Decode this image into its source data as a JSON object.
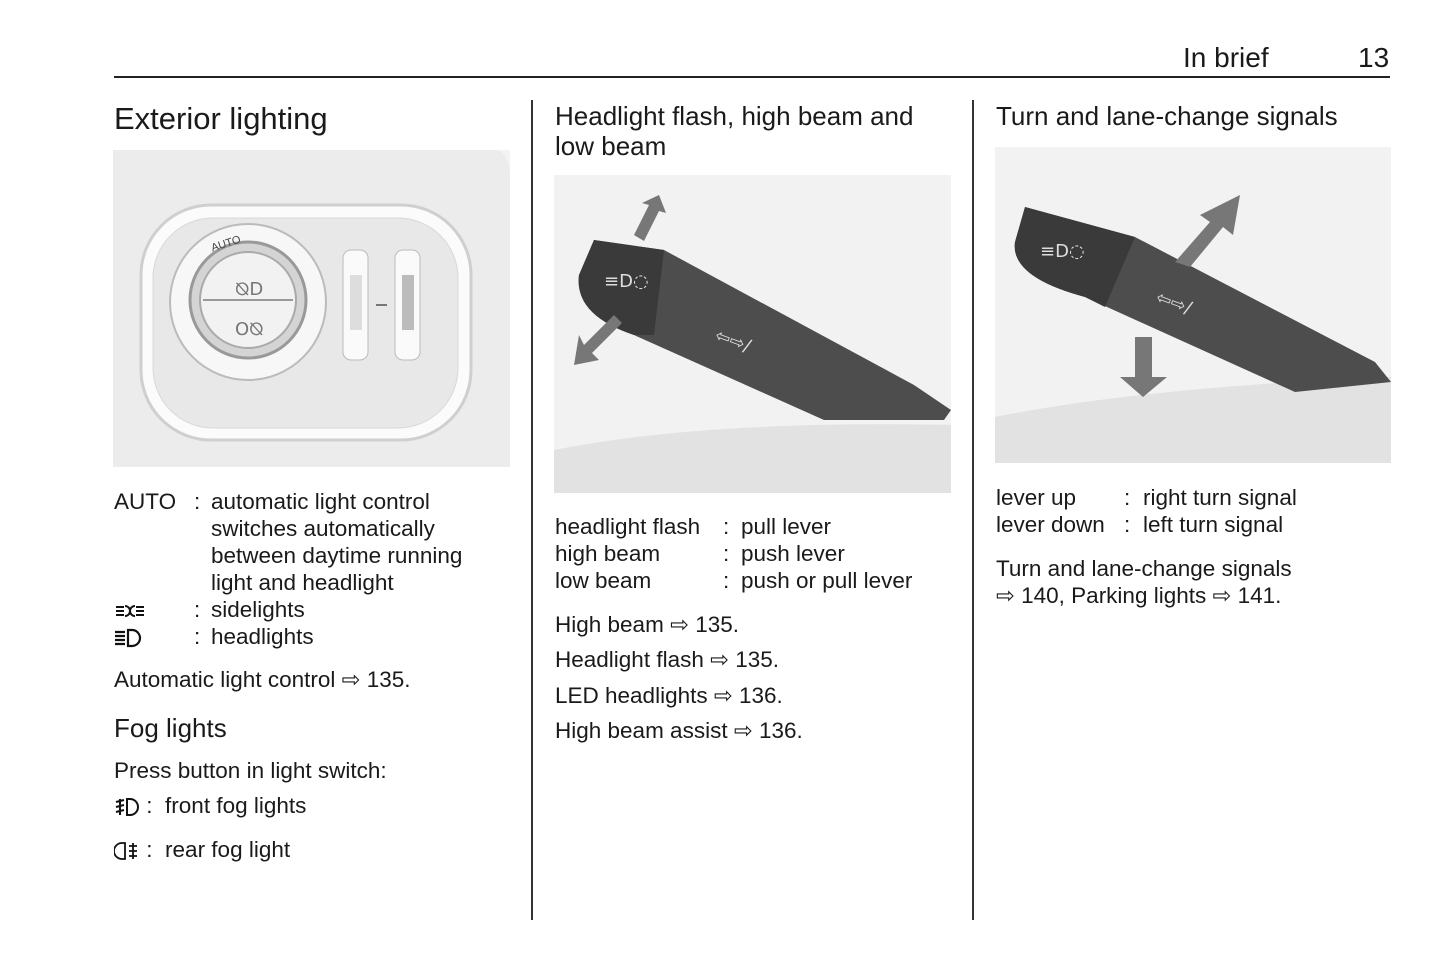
{
  "header": {
    "section": "In brief",
    "page_number": "13"
  },
  "col1": {
    "title": "Exterior lighting",
    "image_labels": {
      "auto": "AUTO"
    },
    "legend": [
      {
        "key": "AUTO",
        "sep": ":",
        "lines": [
          "automatic light control",
          "switches automatically",
          "between daytime running",
          "light and headlight"
        ]
      },
      {
        "icon": "sidelights-icon",
        "sep": ":",
        "lines": [
          "sidelights"
        ]
      },
      {
        "icon": "headlights-icon",
        "sep": ":",
        "lines": [
          "headlights"
        ]
      }
    ],
    "ref_text": "Automatic light control",
    "ref_page": "135.",
    "fog_title": "Fog lights",
    "fog_intro": "Press button in light switch:",
    "fog": [
      {
        "icon": "front-fog-icon",
        "sep": ":",
        "text": "front fog lights"
      },
      {
        "icon": "rear-fog-icon",
        "sep": ":",
        "text": "rear fog light"
      }
    ]
  },
  "col2": {
    "title_line1": "Headlight flash, high beam and",
    "title_line2": "low beam",
    "rows": [
      {
        "k": "headlight flash",
        "v": "pull lever"
      },
      {
        "k": "high beam",
        "v": "push lever"
      },
      {
        "k": "low beam",
        "v": "push or pull lever"
      }
    ],
    "sep": ":",
    "refs": [
      {
        "text": "High beam",
        "page": "135."
      },
      {
        "text": "Headlight flash",
        "page": "135."
      },
      {
        "text": "LED headlights",
        "page": "136."
      },
      {
        "text": "High beam assist",
        "page": "136."
      }
    ]
  },
  "col3": {
    "title": "Turn and lane-change signals",
    "rows": [
      {
        "k": "lever up",
        "v": "right turn signal"
      },
      {
        "k": "lever down",
        "v": "left turn signal"
      }
    ],
    "sep": ":",
    "ref_line1": "Turn and lane-change signals",
    "ref_a_page": "140, Parking lights",
    "ref_b_page": "141."
  },
  "ref_arrow": "⇨"
}
